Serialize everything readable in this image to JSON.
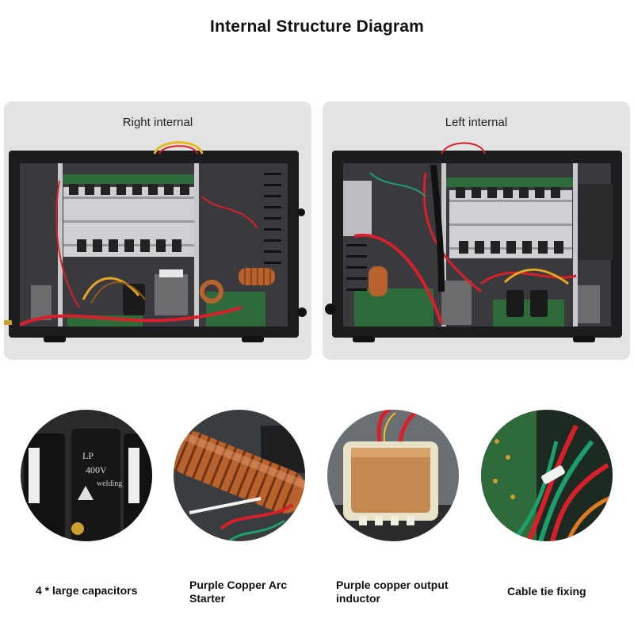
{
  "title": "Internal Structure Diagram",
  "panels": {
    "right": {
      "label": "Right internal"
    },
    "left": {
      "label": "Left internal"
    }
  },
  "details": {
    "capacitors": {
      "caption": "4 * large capacitors",
      "cap_top_text": "LP",
      "cap_rating_text": "400V",
      "cap_brand_text": "welding"
    },
    "arc_starter": {
      "caption_line1": "Purple Copper Arc",
      "caption_line2": "Starter"
    },
    "inductor": {
      "caption_line1": "Purple copper output",
      "caption_line2": "inductor"
    },
    "cable_tie": {
      "caption": "Cable tie fixing"
    }
  },
  "colors": {
    "panel_bg": "#e3e3e3",
    "chassis": "#1c1c1e",
    "heatsink": "#d0d0d4",
    "wire_red": "#d8202a",
    "copper": "#b8622e",
    "pcb_green": "#2f6b3a",
    "wire_green": "#1e9e6a"
  }
}
